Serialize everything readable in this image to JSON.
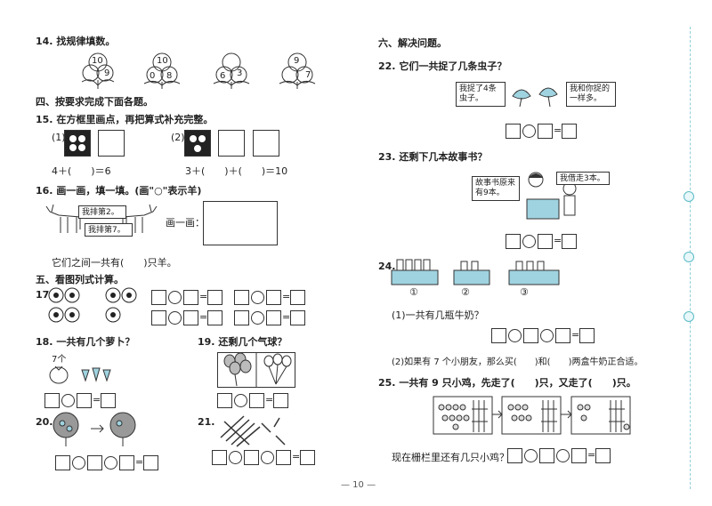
{
  "left": {
    "q14": {
      "title": "14. 找规律填数。",
      "flowers": [
        [
          "10",
          "9"
        ],
        [
          "10",
          "0",
          "8"
        ],
        [
          "6",
          "3"
        ],
        [
          "9",
          "7"
        ]
      ]
    },
    "sec4": "四、按要求完成下面各题。",
    "q15": {
      "title": "15. 在方框里画点，再把算式补充完整。",
      "p1": "(1)",
      "p2": "(2)",
      "eq1": "4＋(　　)＝6",
      "eq2": "3＋(　　)＋(　　)＝10"
    },
    "q16": {
      "title": "16. 画一画，填一填。(画\"○\"表示羊)",
      "bubble1": "我排第2。",
      "bubble2": "我排第7。",
      "draw_label": "画一画：",
      "answer": "它们之间一共有(　　)只羊。"
    },
    "sec5": "五、看图列式计算。",
    "q17": {
      "label": "17."
    },
    "q18": {
      "title": "18. 一共有几个萝卜？",
      "count": "7个"
    },
    "q19": {
      "title": "19. 还剩几个气球？"
    },
    "q20": {
      "label": "20."
    },
    "q21": {
      "label": "21."
    }
  },
  "right": {
    "sec6": "六、解决问题。",
    "q22": {
      "title": "22. 它们一共捉了几条虫子？",
      "bubble1": "我捉了4条虫子。",
      "bubble2": "我和你捉的一样多。"
    },
    "q23": {
      "title": "23. 还剩下几本故事书？",
      "bubble1": "故事书原来有9本。",
      "bubble2": "我借走3本。"
    },
    "q24": {
      "label": "24.",
      "n1": "①",
      "n2": "②",
      "n3": "③",
      "sub1": "(1)一共有几瓶牛奶？",
      "sub2": "(2)如果有 7 个小朋友，那么买(　　)和(　　)两盒牛奶正合适。"
    },
    "q25": {
      "title": "25. 一共有 9 只小鸡，先走了(　　)只，又走了(　　)只。",
      "ask": "现在栅栏里还有几只小鸡？"
    }
  },
  "page_number": "— 10 —",
  "colors": {
    "accent": "#5bbcc8",
    "dark_fill": "#222222",
    "blue_fill": "#9fd3e0"
  }
}
